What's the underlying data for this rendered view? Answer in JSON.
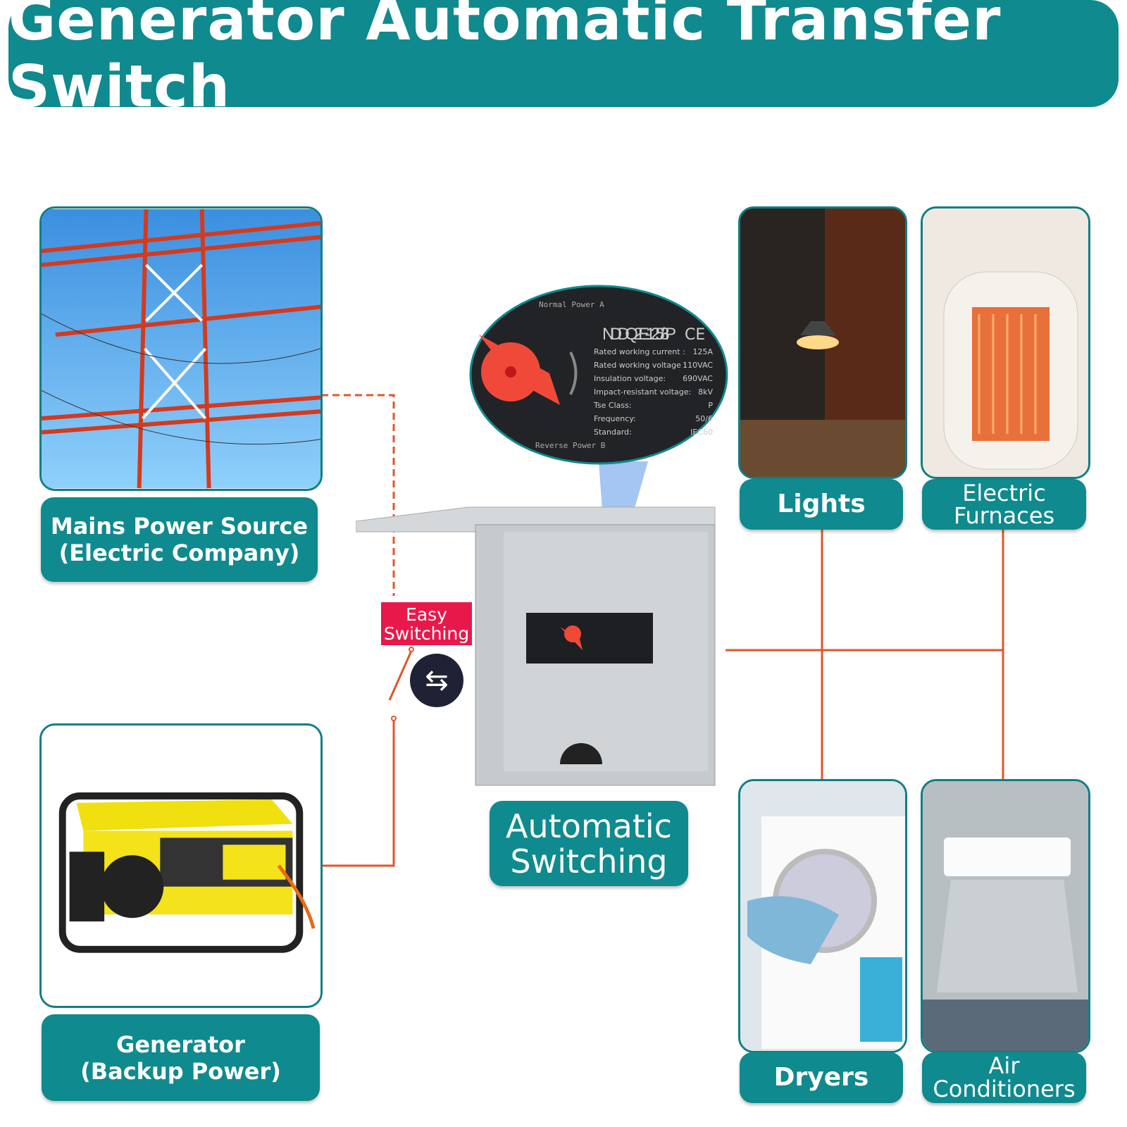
{
  "title": "Generator Automatic Transfer Switch",
  "sources": {
    "mains": {
      "line1": "Mains Power Source",
      "line2": "(Electric Company)"
    },
    "generator": {
      "line1": "Generator",
      "line2": "(Backup Power)"
    }
  },
  "switch": {
    "tag_line1": "Easy",
    "tag_line2": "Switching",
    "label_line1": "Automatic",
    "label_line2": "Switching",
    "panel": {
      "top_label": "Normal Power A",
      "bottom_label": "Reverse Power B",
      "model": "NDDQ2E-125/3P",
      "cert": "CE",
      "specs": [
        {
          "k": "Rated working current :",
          "v": "125A"
        },
        {
          "k": "Rated working voltage :",
          "v": "110VAC"
        },
        {
          "k": "Insulation voltage:",
          "v": "690VAC"
        },
        {
          "k": "Impact-resistant voltage:",
          "v": "8kV"
        },
        {
          "k": "Tse Class:",
          "v": "P"
        },
        {
          "k": "Frequency:",
          "v": "50/6"
        },
        {
          "k": "Standard:",
          "v": "IEC60"
        }
      ]
    }
  },
  "loads": [
    {
      "line1": "Lights",
      "line2": ""
    },
    {
      "line1": "Electric",
      "line2": "Furnaces"
    },
    {
      "line1": "Dryers",
      "line2": ""
    },
    {
      "line1": "Air",
      "line2": "Conditioners"
    }
  ],
  "colors": {
    "teal": "#0f8a8e",
    "line": "#e0562a",
    "tag": "#e8194a",
    "swap": "#1f2235"
  },
  "icons": {
    "swap": "swap-arrows-icon"
  }
}
